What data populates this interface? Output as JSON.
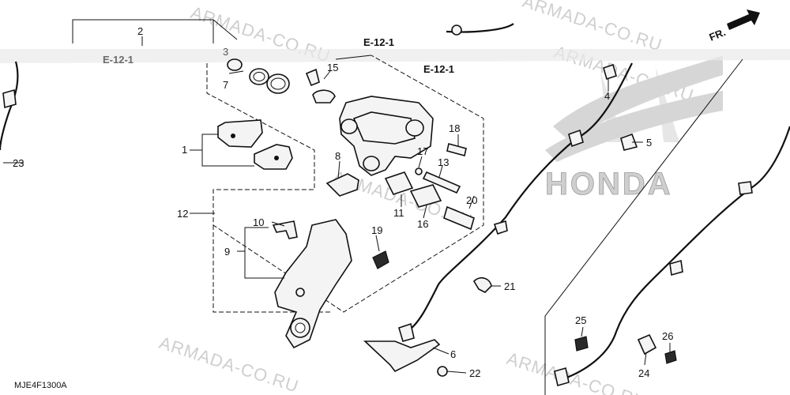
{
  "diagram": {
    "code": "MJE4F1300A",
    "direction_label": "FR.",
    "brand_watermark": "HONDA",
    "site_watermarks": [
      "ARMADA-CO.RU",
      "ARMADA-CO.RU",
      "ARMADA-CO.RU",
      "ARMADA-CO.RU",
      "ARMADA-CO.RU",
      "ARMADA-CO.RU"
    ],
    "refs": [
      "E-12-1",
      "E-12-1",
      "E-12-1"
    ],
    "callouts": [
      "1",
      "2",
      "3",
      "4",
      "5",
      "6",
      "7",
      "8",
      "9",
      "10",
      "11",
      "12",
      "13",
      "15",
      "16",
      "17",
      "18",
      "19",
      "20",
      "21",
      "22",
      "23",
      "24",
      "25",
      "26"
    ]
  }
}
